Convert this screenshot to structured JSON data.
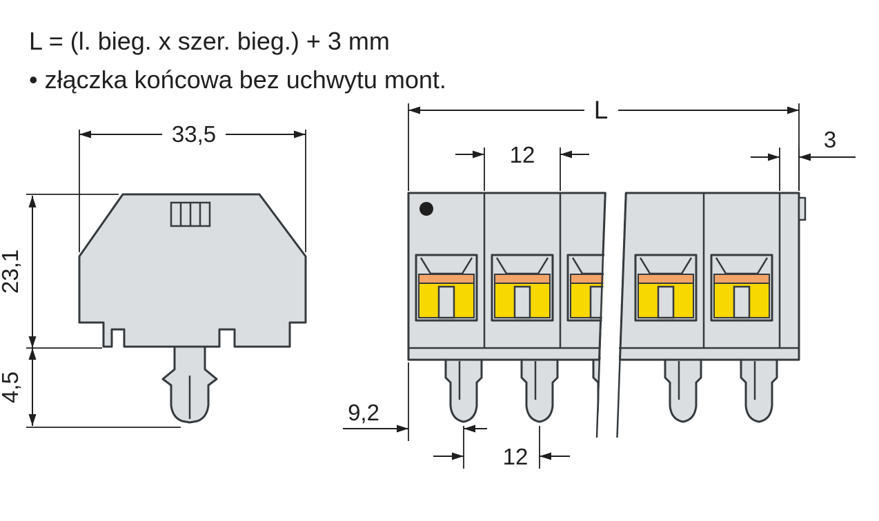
{
  "header": {
    "formula": "L = (l. bieg. x szer. bieg.) + 3 mm",
    "note": "• złączka końcowa bez uchwytu mont."
  },
  "side_view": {
    "width": "33,5",
    "height": "23,1",
    "foot_height": "4,5"
  },
  "front_view": {
    "total_length": "L",
    "pitch_top": "12",
    "end_width": "3",
    "foot_offset": "9,2",
    "pitch_bottom": "12"
  },
  "colors": {
    "body": "#dbdee0",
    "outline": "#353a3e",
    "dim": "#1f1f1f",
    "ink": "#1f1f1f",
    "yellow": "#f7d800",
    "orange": "#f2a469",
    "bg": "#ffffff"
  }
}
